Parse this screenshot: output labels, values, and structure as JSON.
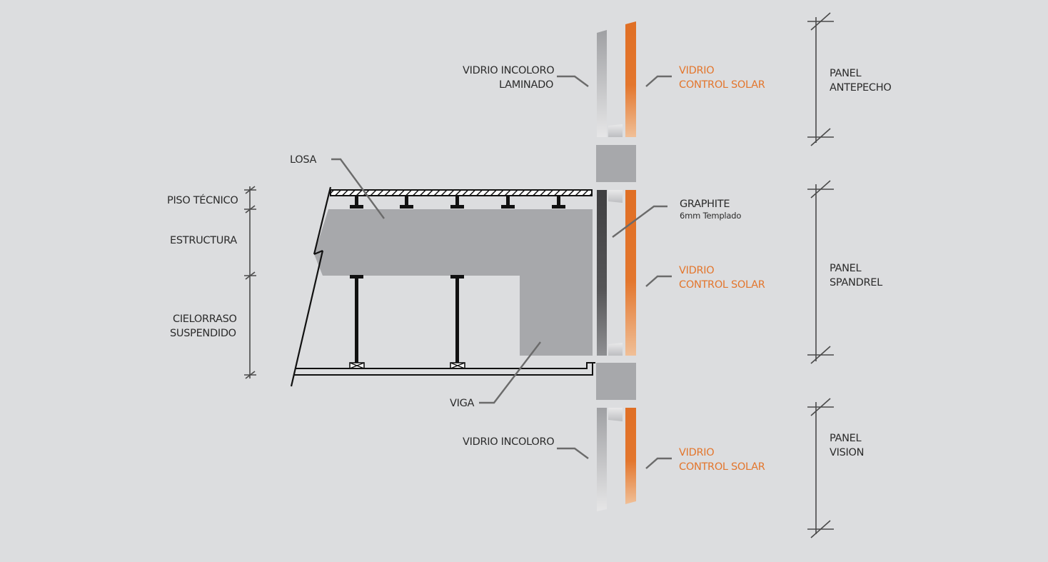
{
  "labels": {
    "losa": "LOSA",
    "piso_tecnico": "PISO TÉCNICO",
    "estructura": "ESTRUCTURA",
    "cielorraso_1": "CIELORRASO",
    "cielorraso_2": "SUSPENDIDO",
    "viga": "VIGA",
    "vidrio_incoloro_laminado_1": "VIDRIO INCOLORO",
    "vidrio_incoloro_laminado_2": "LAMINADO",
    "vidrio_incoloro": "VIDRIO INCOLORO",
    "graphite": "GRAPHITE",
    "graphite_sub": "6mm Templado",
    "control_solar_top_1": "VIDRIO",
    "control_solar_top_2": "CONTROL SOLAR",
    "control_solar_mid_1": "VIDRIO",
    "control_solar_mid_2": "CONTROL SOLAR",
    "control_solar_bot_1": "VIDRIO",
    "control_solar_bot_2": "CONTROL SOLAR",
    "panel_antepecho_1": "PANEL",
    "panel_antepecho_2": "ANTEPECHO",
    "panel_spandrel_1": "PANEL",
    "panel_spandrel_2": "SPANDREL",
    "panel_vision_1": "PANEL",
    "panel_vision_2": "VISION"
  },
  "colors": {
    "background": "#dcdddf",
    "slab": "#a7a8ab",
    "glass_clear": "#a9aaad",
    "glass_solar": "#e3762d",
    "graphite": "#4d4d4f",
    "accent_text": "#e3762d",
    "line": "#111111"
  }
}
